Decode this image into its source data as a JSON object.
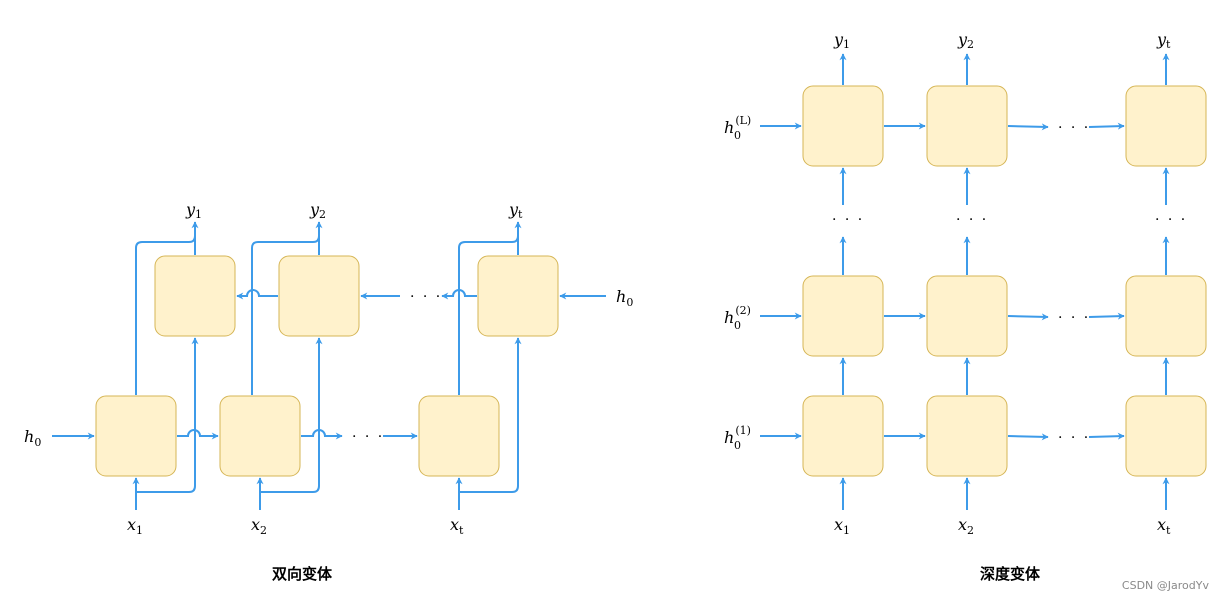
{
  "colors": {
    "cell_fill": "#fff2cc",
    "cell_stroke": "#d6b656",
    "arrow": "#3d9be9"
  },
  "bidirectional": {
    "caption": "双向变体",
    "h0_left": {
      "base": "h",
      "sub": "0"
    },
    "h0_right": {
      "base": "h",
      "sub": "0"
    },
    "inputs": [
      {
        "base": "x",
        "sub": "1"
      },
      {
        "base": "x",
        "sub": "2"
      },
      {
        "base": "x",
        "sub": "t"
      }
    ],
    "outputs": [
      {
        "base": "y",
        "sub": "1"
      },
      {
        "base": "y",
        "sub": "2"
      },
      {
        "base": "y",
        "sub": "t"
      }
    ],
    "ellipsis": "· · ·"
  },
  "deep": {
    "caption": "深度变体",
    "layer_states": [
      {
        "base": "h",
        "sub": "0",
        "sup": "(L)"
      },
      {
        "base": "h",
        "sub": "0",
        "sup": "(2)"
      },
      {
        "base": "h",
        "sub": "0",
        "sup": "(1)"
      }
    ],
    "inputs": [
      {
        "base": "x",
        "sub": "1"
      },
      {
        "base": "x",
        "sub": "2"
      },
      {
        "base": "x",
        "sub": "t"
      }
    ],
    "outputs": [
      {
        "base": "y",
        "sub": "1"
      },
      {
        "base": "y",
        "sub": "2"
      },
      {
        "base": "y",
        "sub": "t"
      }
    ],
    "ellipsis": "· · ·"
  },
  "watermark": "CSDN @JarodYv"
}
